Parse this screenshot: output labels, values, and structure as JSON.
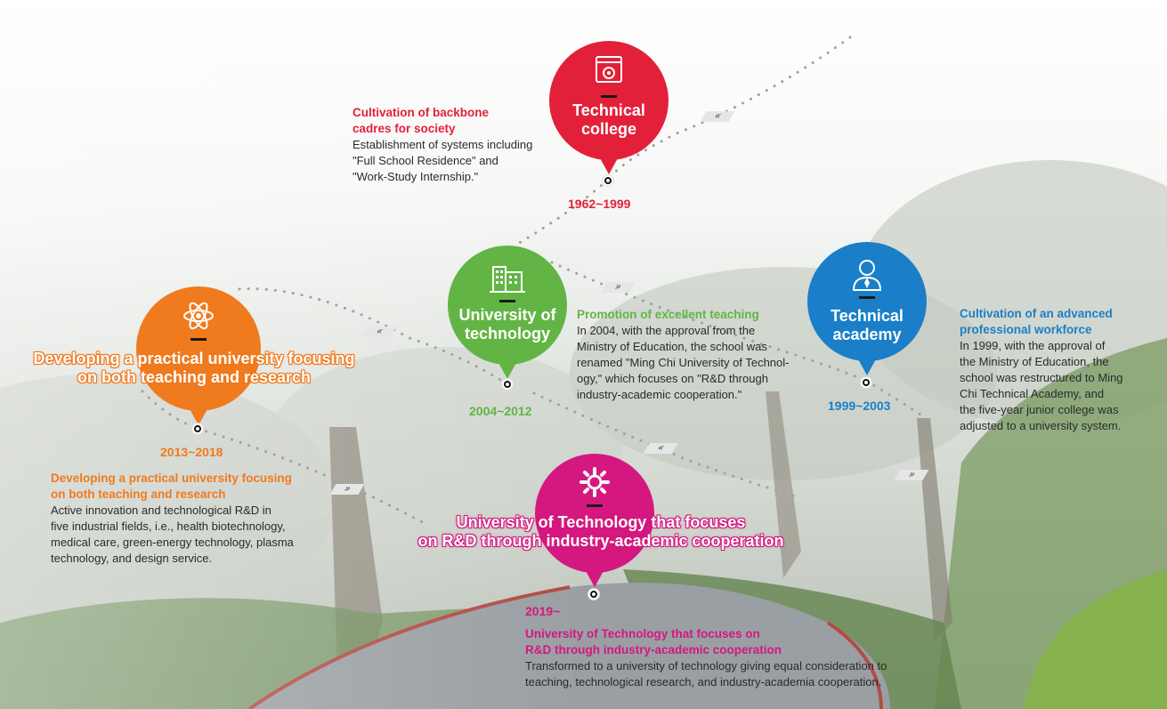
{
  "colors": {
    "red": "#e3203a",
    "green": "#62b545",
    "blue": "#1a7fc8",
    "orange": "#f07a1e",
    "magenta": "#d4187f"
  },
  "stages": {
    "technical_college": {
      "title_line1": "Technical",
      "title_line2": "college",
      "icon": "gear-screen-icon",
      "year": "1962~1999",
      "heading_line1": "Cultivation of backbone",
      "heading_line2": "cadres for society",
      "body": "Establishment of systems including\n\"Full School Residence\" and\n\"Work-Study Internship.\""
    },
    "university_of_technology": {
      "title_line1": "University of",
      "title_line2": "technology",
      "icon": "building-icon",
      "year": "2004~2012",
      "heading": "Promotion of excellent teaching",
      "body": "In 2004, with the approval from the\nMinistry of Education, the school was\nrenamed \"Ming Chi University of Technol-\nogy,\" which focuses on \"R&D through\nindustry-academic cooperation.\""
    },
    "technical_academy": {
      "title_line1": "Technical",
      "title_line2": "academy",
      "icon": "person-icon",
      "year": "1999~2003",
      "heading_line1": "Cultivation of an advanced",
      "heading_line2": "professional workforce",
      "body": "In 1999, with the approval of\nthe Ministry of Education, the\nschool was restructured to Ming\nChi Technical Academy, and\nthe five-year junior college was\nadjusted to a university system."
    },
    "practical_university": {
      "title_line1": "Developing a practical university focusing",
      "title_line2": "on both teaching and research",
      "icon": "atom-icon",
      "year": "2013~2018",
      "heading_line1": "Developing a practical university focusing",
      "heading_line2": "on both teaching and research",
      "body": "Active innovation and technological R&D in\nfive industrial fields, i.e., health biotechnology,\nmedical care, green-energy technology, plasma\ntechnology, and design service."
    },
    "rd_university": {
      "title_line1": "University of Technology that focuses",
      "title_line2": "on R&D through industry-academic cooperation",
      "icon": "gears-icon",
      "year": "2019~",
      "heading_line1": "University of Technology that focuses on",
      "heading_line2": "R&D through industry-academic cooperation",
      "body": "Transformed to a university of technology giving equal consideration to\nteaching, technological research, and industry-academia cooperation."
    }
  }
}
